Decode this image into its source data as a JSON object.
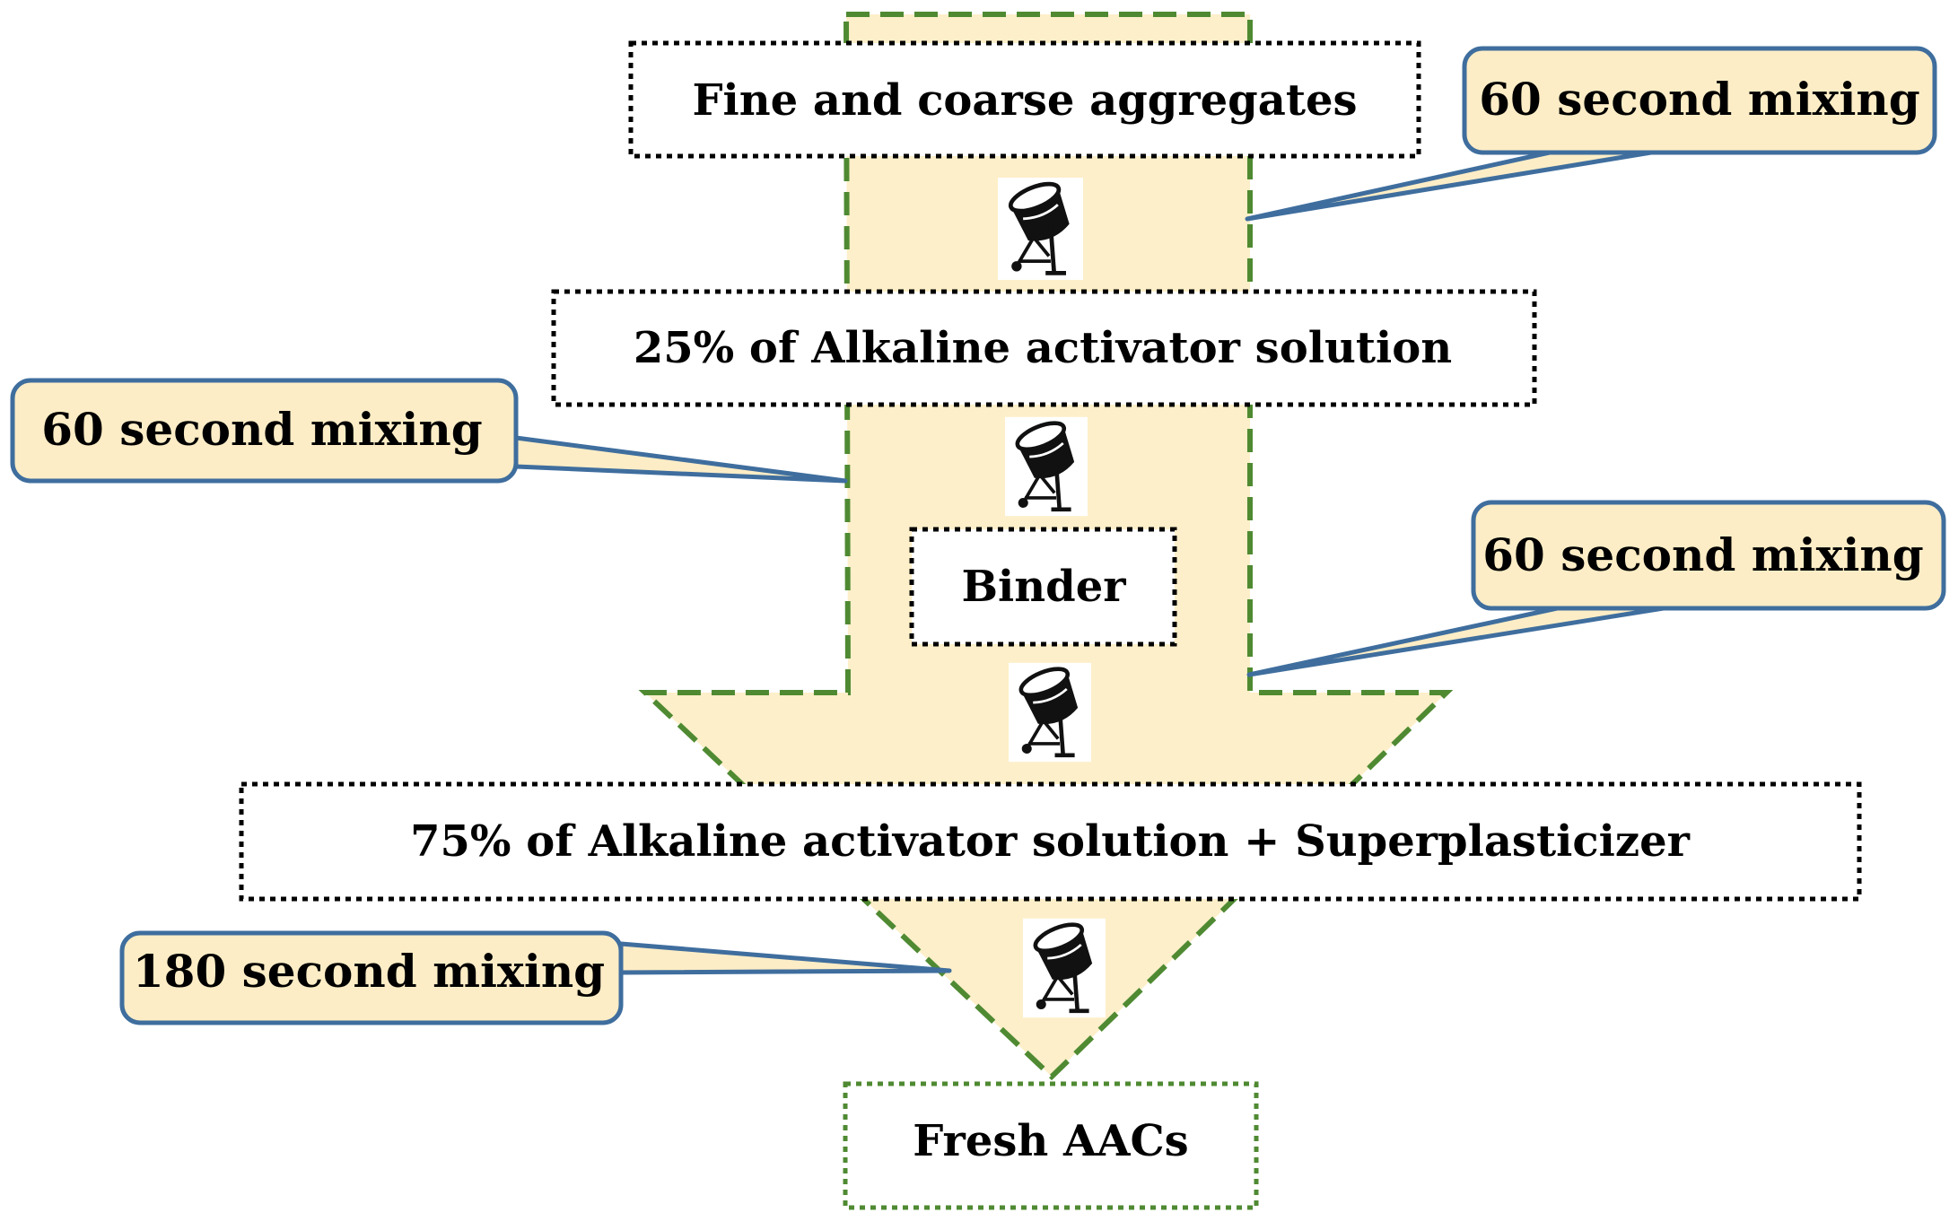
{
  "colors": {
    "arrow_fill": "#fdefc9",
    "arrow_border": "#4f8a32",
    "callout_fill": "#fdedc6",
    "callout_border": "#3f6e9e",
    "box_border": "#000000",
    "final_box_border": "#4f8a32"
  },
  "steps": [
    {
      "id": "aggregates",
      "label": "Fine and coarse aggregates"
    },
    {
      "id": "activator-25",
      "label": "25% of Alkaline activator solution"
    },
    {
      "id": "binder",
      "label": "Binder"
    },
    {
      "id": "activator-75",
      "label": "75% of Alkaline activator solution + Superplasticizer"
    },
    {
      "id": "fresh-aacs",
      "label": "Fresh AACs"
    }
  ],
  "callouts": [
    {
      "id": "mixing-1",
      "label": "60 second mixing",
      "seconds": 60
    },
    {
      "id": "mixing-2",
      "label": "60 second mixing",
      "seconds": 60
    },
    {
      "id": "mixing-3",
      "label": "60 second mixing",
      "seconds": 60
    },
    {
      "id": "mixing-4",
      "label": "180 second mixing",
      "seconds": 180
    }
  ],
  "icons": [
    "mixer-icon",
    "mixer-icon",
    "mixer-icon",
    "mixer-icon"
  ]
}
